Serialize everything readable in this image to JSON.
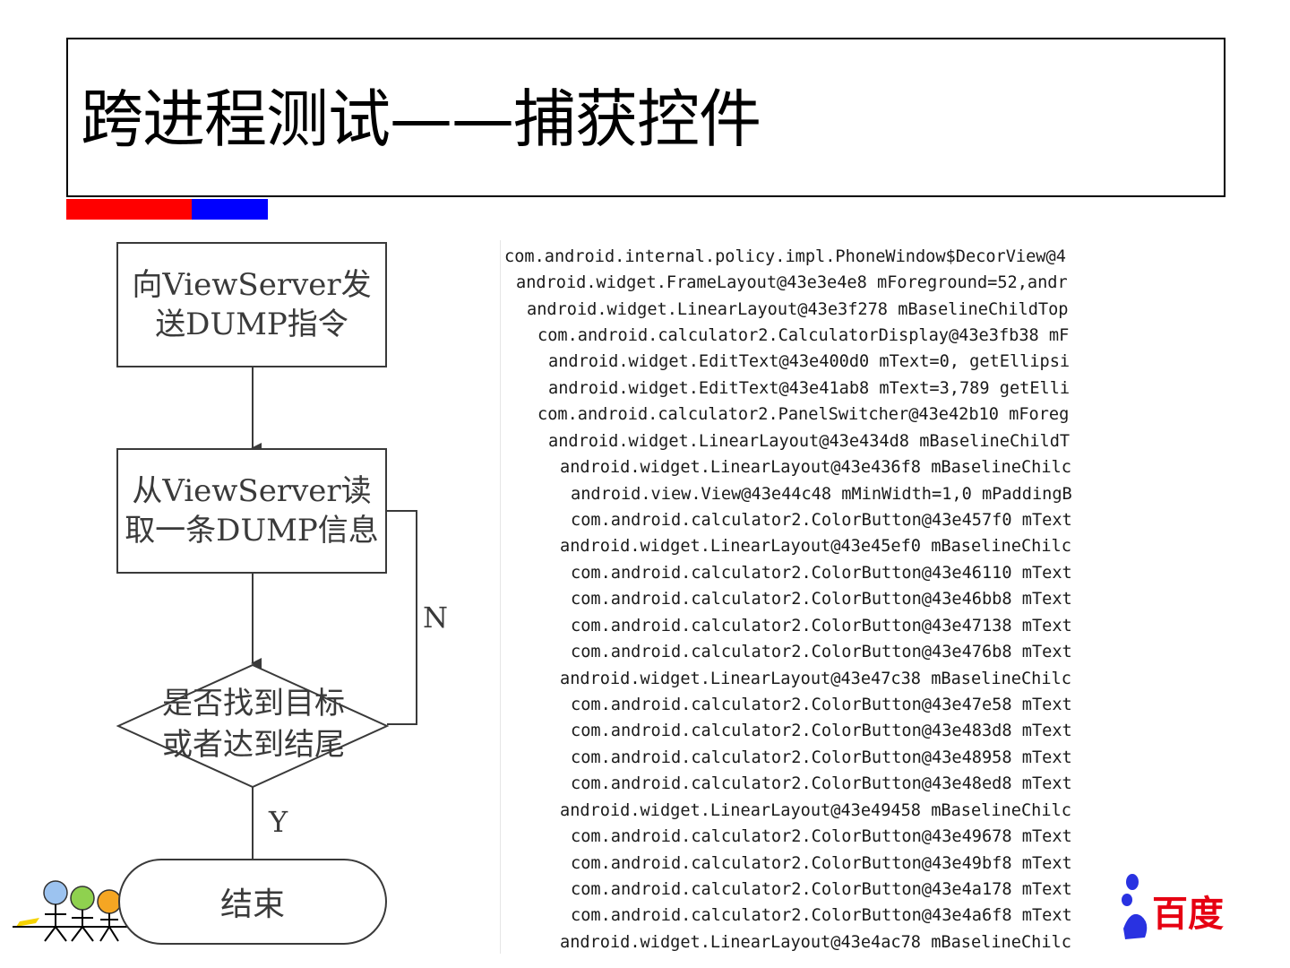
{
  "slide": {
    "title": "跨进程测试——捕获控件"
  },
  "flowchart": {
    "step1": [
      "向ViewServer发",
      "送DUMP指令"
    ],
    "step2": [
      "从ViewServer读",
      "取一条DUMP信息"
    ],
    "decision": [
      "是否找到目标",
      "或者达到结尾"
    ],
    "no_label": "N",
    "yes_label": "Y",
    "end": "结束"
  },
  "dump_lines": [
    "com.android.internal.policy.impl.PhoneWindow$DecorView@4",
    "android.widget.FrameLayout@43e3e4e8 mForeground=52,andr",
    "android.widget.LinearLayout@43e3f278 mBaselineChildTop",
    "com.android.calculator2.CalculatorDisplay@43e3fb38 mF",
    "android.widget.EditText@43e400d0 mText=0, getEllipsi",
    "android.widget.EditText@43e41ab8 mText=3,789 getElli",
    "com.android.calculator2.PanelSwitcher@43e42b10 mForeg",
    "android.widget.LinearLayout@43e434d8 mBaselineChildT",
    "android.widget.LinearLayout@43e436f8 mBaselineChilc",
    "android.view.View@43e44c48 mMinWidth=1,0 mPaddingB",
    "com.android.calculator2.ColorButton@43e457f0 mText",
    "android.widget.LinearLayout@43e45ef0 mBaselineChilc",
    "com.android.calculator2.ColorButton@43e46110 mText",
    "com.android.calculator2.ColorButton@43e46bb8 mText",
    "com.android.calculator2.ColorButton@43e47138 mText",
    "com.android.calculator2.ColorButton@43e476b8 mText",
    "android.widget.LinearLayout@43e47c38 mBaselineChilc",
    "com.android.calculator2.ColorButton@43e47e58 mText",
    "com.android.calculator2.ColorButton@43e483d8 mText",
    "com.android.calculator2.ColorButton@43e48958 mText",
    "com.android.calculator2.ColorButton@43e48ed8 mText",
    "android.widget.LinearLayout@43e49458 mBaselineChilc",
    "com.android.calculator2.ColorButton@43e49678 mText",
    "com.android.calculator2.ColorButton@43e49bf8 mText",
    "com.android.calculator2.ColorButton@43e4a178 mText",
    "com.android.calculator2.ColorButton@43e4a6f8 mText",
    "android.widget.LinearLayout@43e4ac78 mBaselineChilc"
  ],
  "logo": {
    "brand_text": "百度",
    "brand_color": "#e60012"
  },
  "colors": {
    "accent_red": "#ff0000",
    "accent_blue": "#0000ff"
  }
}
